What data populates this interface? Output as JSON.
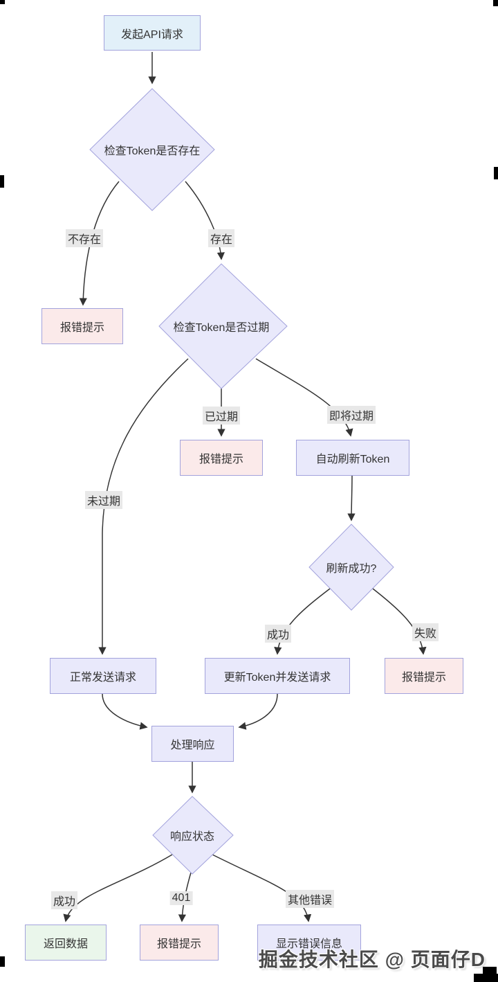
{
  "flowchart": {
    "nodes": {
      "start": {
        "label": "发起API请求",
        "fill": "#e2f0f9"
      },
      "check_exist": {
        "label": "检查Token是否存在",
        "fill": "#e9e9fb"
      },
      "error1": {
        "label": "报错提示",
        "fill": "#fbeaea"
      },
      "check_expired": {
        "label": "检查Token是否过期",
        "fill": "#e9e9fb"
      },
      "error2": {
        "label": "报错提示",
        "fill": "#fbeaea"
      },
      "auto_refresh": {
        "label": "自动刷新Token",
        "fill": "#e9e9fb"
      },
      "refresh_ok": {
        "label": "刷新成功?",
        "fill": "#e9e9fb"
      },
      "send_normal": {
        "label": "正常发送请求",
        "fill": "#e9e9fb"
      },
      "update_send": {
        "label": "更新Token并发送请求",
        "fill": "#e9e9fb"
      },
      "error3": {
        "label": "报错提示",
        "fill": "#fbeaea"
      },
      "handle_resp": {
        "label": "处理响应",
        "fill": "#e9e9fb"
      },
      "resp_status": {
        "label": "响应状态",
        "fill": "#e9e9fb"
      },
      "return_data": {
        "label": "返回数据",
        "fill": "#eaf6eb"
      },
      "error4": {
        "label": "报错提示",
        "fill": "#fbeaea"
      },
      "show_error": {
        "label": "显示错误信息",
        "fill": "#e9e9fb"
      }
    },
    "edge_labels": {
      "not_exist": "不存在",
      "exist": "存在",
      "expired": "已过期",
      "expiring": "即将过期",
      "not_expired": "未过期",
      "refresh_success": "成功",
      "refresh_fail": "失败",
      "resp_success": "成功",
      "resp_401": "401",
      "resp_other": "其他错误"
    },
    "colors": {
      "node_border": "#a2a2dc",
      "edge_stroke": "#333333",
      "edge_label_bg": "#e8e8e8",
      "text": "#333333"
    }
  },
  "watermark": "掘金技术社区 @ 页面仔D"
}
